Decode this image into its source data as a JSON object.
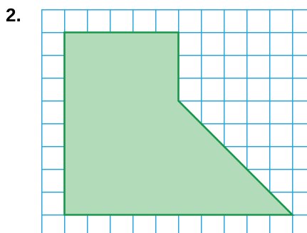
{
  "problem": {
    "number_label": "2."
  },
  "grid": {
    "columns": 11,
    "rows": 10,
    "line_color": "#29a8dd"
  },
  "figure": {
    "vertices_grid_units": [
      [
        1,
        1
      ],
      [
        6,
        1
      ],
      [
        6,
        4
      ],
      [
        11,
        9
      ],
      [
        1,
        9
      ]
    ],
    "fill_color": "#b2dbb9",
    "stroke_color": "#17974a"
  }
}
